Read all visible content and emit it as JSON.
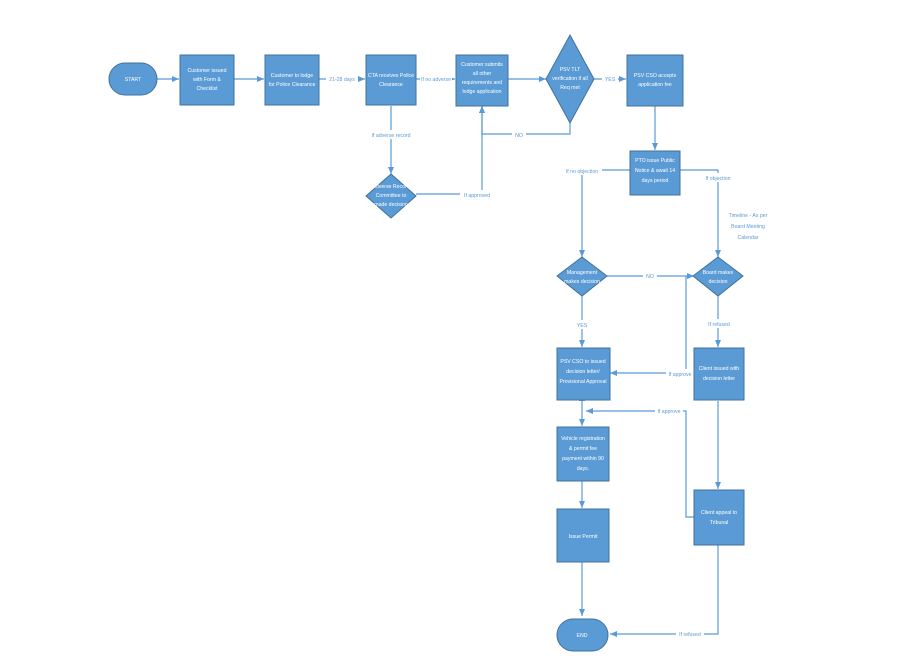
{
  "nodes": {
    "start": {
      "lines": [
        "START"
      ]
    },
    "customer_issued": {
      "lines": [
        "Customer issued",
        "with Form &",
        "Checklist"
      ]
    },
    "customer_lodge": {
      "lines": [
        "Customer to lodge",
        "for Police Clearance"
      ]
    },
    "cta_receives": {
      "lines": [
        "CTA receives Police",
        "Clearance"
      ]
    },
    "customer_submits": {
      "lines": [
        "Customer submits",
        "all other",
        "requirements and",
        "lodge application"
      ]
    },
    "psv_verification": {
      "lines": [
        "PSV TLT",
        "verification if all",
        "Req met"
      ]
    },
    "psv_cso_accepts": {
      "lines": [
        "PSV CSO accepts",
        "application fee"
      ]
    },
    "adverse_record": {
      "lines": [
        "Adverse Record",
        "Committee to",
        "made decision"
      ]
    },
    "pto_notice": {
      "lines": [
        "PTO issue Public",
        "Notice & await 14",
        "days period"
      ]
    },
    "management_decision": {
      "lines": [
        "Management",
        "makes decision"
      ]
    },
    "board_decision": {
      "lines": [
        "Board makes",
        "decision"
      ]
    },
    "psv_cso_issued": {
      "lines": [
        "PSV CSO to issued",
        "decision letter/",
        "Provisional Approval"
      ]
    },
    "client_issued": {
      "lines": [
        "Client issued with",
        "decision letter"
      ]
    },
    "vehicle_registration": {
      "lines": [
        "Vehicle registration",
        "& permit fee",
        "payment within 90",
        "days."
      ]
    },
    "issue_permit": {
      "lines": [
        "Issue Permit"
      ]
    },
    "client_appeal": {
      "lines": [
        "Client appeal to",
        "Tribunal"
      ]
    },
    "end": {
      "lines": [
        "END"
      ]
    }
  },
  "edge_labels": {
    "days": "21-28 days",
    "no_adverse": "If no adverse",
    "yes_accept": "YES",
    "no_return": "NO",
    "if_adverse": "If adverse record",
    "if_approved": "If approved",
    "no_objection": "If no objection",
    "objection": "If objection",
    "timeline": [
      "Timeline - As per",
      "Board Meeting",
      "Calendar"
    ],
    "no_board": "NO",
    "yes_mgmt": "YES",
    "refused_board": "If refused",
    "approve_client": "If approve",
    "approve_tribunal": "If approve",
    "refused_tribunal": "If refused"
  }
}
